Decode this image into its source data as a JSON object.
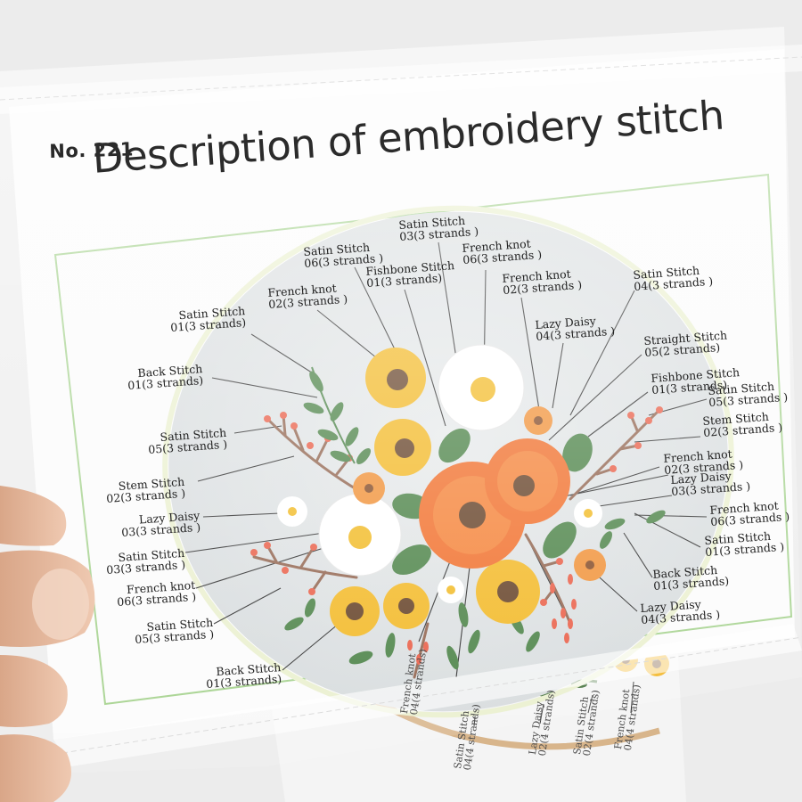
{
  "sheet": {
    "number": "No. 221",
    "title": "Description of embroidery stitch"
  },
  "left_labels": [
    {
      "name": "Satin Stitch",
      "detail": "01(3 strands)"
    },
    {
      "name": "Back Stitch",
      "detail": "01(3 strands)"
    },
    {
      "name": "Satin Stitch",
      "detail": "05(3 strands )"
    },
    {
      "name": "Stem Stitch",
      "detail": "02(3 strands )"
    },
    {
      "name": "Lazy Daisy",
      "detail": "03(3 strands )"
    },
    {
      "name": "Satin Stitch",
      "detail": "03(3 strands )"
    },
    {
      "name": "French knot",
      "detail": "06(3 strands )"
    },
    {
      "name": "Satin Stitch",
      "detail": "05(3 strands )"
    },
    {
      "name": "Back Stitch",
      "detail": "01(3 strands)"
    }
  ],
  "top_labels": [
    {
      "name": "French knot",
      "detail": "02(3 strands )"
    },
    {
      "name": "Satin Stitch",
      "detail": "06(3 strands )"
    },
    {
      "name": "Fishbone Stitch",
      "detail": "01(3 strands)"
    },
    {
      "name": "Satin Stitch",
      "detail": "03(3 strands )"
    },
    {
      "name": "French knot",
      "detail": "06(3 strands )"
    },
    {
      "name": "French knot",
      "detail": "02(3 strands )"
    },
    {
      "name": "Lazy Daisy",
      "detail": "04(3 strands )"
    },
    {
      "name": "Satin Stitch",
      "detail": "04(3 strands )"
    }
  ],
  "right_labels": [
    {
      "name": "Straight Stitch",
      "detail": "05(2 strands)"
    },
    {
      "name": "Fishbone Stitch",
      "detail": "01(3 strands)"
    },
    {
      "name": "Satin Stitch",
      "detail": "05(3 strands )"
    },
    {
      "name": "Stem Stitch",
      "detail": "02(3 strands )"
    },
    {
      "name": "French knot",
      "detail": "02(3 strands )"
    },
    {
      "name": "Lazy Daisy",
      "detail": "03(3 strands )"
    },
    {
      "name": "French knot",
      "detail": "06(3 strands )"
    },
    {
      "name": "Satin Stitch",
      "detail": "01(3 strands )"
    },
    {
      "name": "Back Stitch",
      "detail": "01(3 strands)"
    },
    {
      "name": "Lazy Daisy",
      "detail": "04(3 strands )"
    }
  ],
  "under_sheet_labels": [
    {
      "name": "French knot",
      "detail": "04(4 strands)"
    },
    {
      "name": "Satin Stitch",
      "detail": "04(4 strands)"
    },
    {
      "name": "Lazy Daisy",
      "detail": "02(4 strands)"
    },
    {
      "name": "Satin Stitch",
      "detail": "02(4 strands)"
    },
    {
      "name": "French knot",
      "detail": "04(4 strands)"
    }
  ],
  "colors": {
    "paper": "#fbfbfb",
    "frame_border": "#9fcf86",
    "fabric": "#dfe3e4",
    "hoop": "#d9b88e",
    "leader_line": "#1e1e1e",
    "orange_flower": "#f0651c",
    "yellow_flower": "#f2b417",
    "flower_center": "#5a3418",
    "leaf": "#3f7a3a",
    "berry": "#e8533a",
    "skin": "#e6bca1"
  }
}
